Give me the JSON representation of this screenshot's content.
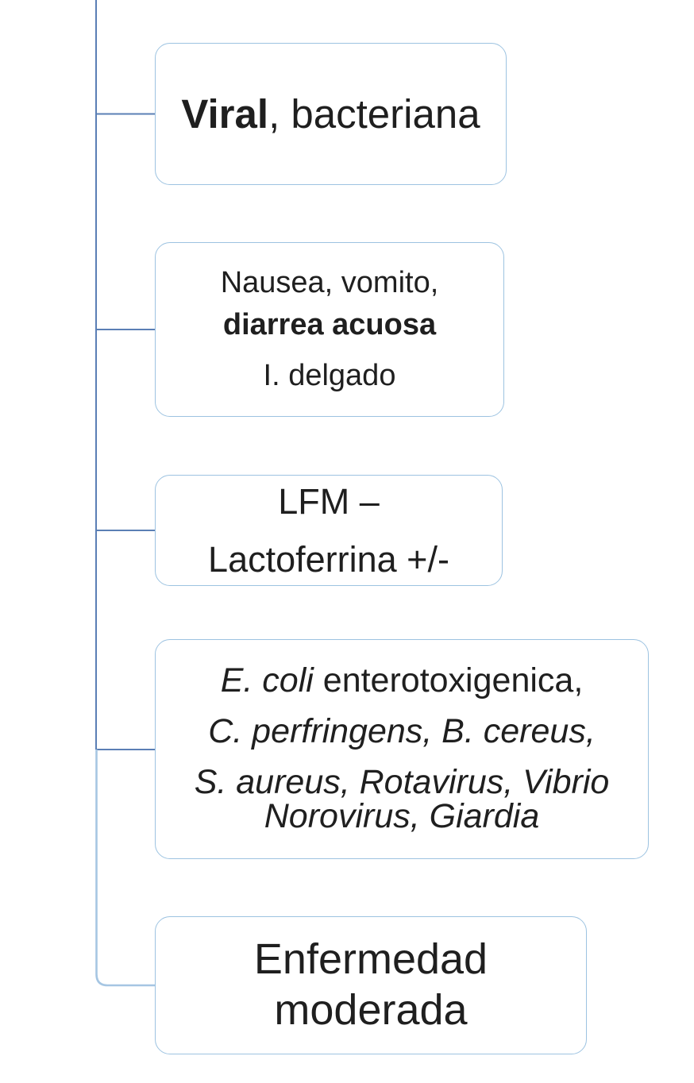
{
  "diagram": {
    "type": "hierarchy-branch",
    "colors": {
      "connector-dark": "#5b7fb5",
      "connector-light": "#a6c6e3",
      "box-border": "#9dc3e1",
      "box-fill": "#ffffff",
      "text": "#1f1f1f"
    },
    "nodes": [
      {
        "id": "etiologia",
        "paragraphs": [
          {
            "lines": [
              [
                {
                  "text": "Viral",
                  "bold": true
                },
                {
                  "text": ", bacteriana"
                }
              ]
            ]
          }
        ]
      },
      {
        "id": "sintomas",
        "paragraphs": [
          {
            "lines": [
              [
                {
                  "text": "Nausea, vomito,"
                }
              ],
              [
                {
                  "text": "diarrea acuosa",
                  "bold": true
                }
              ]
            ]
          },
          {
            "lines": [
              [
                {
                  "text": "I. delgado"
                }
              ]
            ]
          }
        ]
      },
      {
        "id": "laboratorio",
        "paragraphs": [
          {
            "lines": [
              [
                {
                  "text": "LFM –"
                }
              ]
            ]
          },
          {
            "lines": [
              [
                {
                  "text": "Lactoferrina +/-"
                }
              ]
            ]
          }
        ]
      },
      {
        "id": "patogenos",
        "paragraphs": [
          {
            "lines": [
              [
                {
                  "text": "E. coli",
                  "italic": true
                },
                {
                  "text": " enterotoxigenica,"
                }
              ]
            ]
          },
          {
            "lines": [
              [
                {
                  "text": "C. perfringens, B. cereus,",
                  "italic": true
                }
              ]
            ]
          },
          {
            "lines": [
              [
                {
                  "text": "S. aureus, Rotavirus, Vibrio",
                  "italic": true
                }
              ],
              [
                {
                  "text": "Norovirus, Giardia",
                  "italic": true
                }
              ]
            ]
          }
        ]
      },
      {
        "id": "severidad",
        "paragraphs": [
          {
            "lines": [
              [
                {
                  "text": "Enfermedad"
                }
              ],
              [
                {
                  "text": "moderada"
                }
              ]
            ]
          }
        ]
      }
    ]
  }
}
